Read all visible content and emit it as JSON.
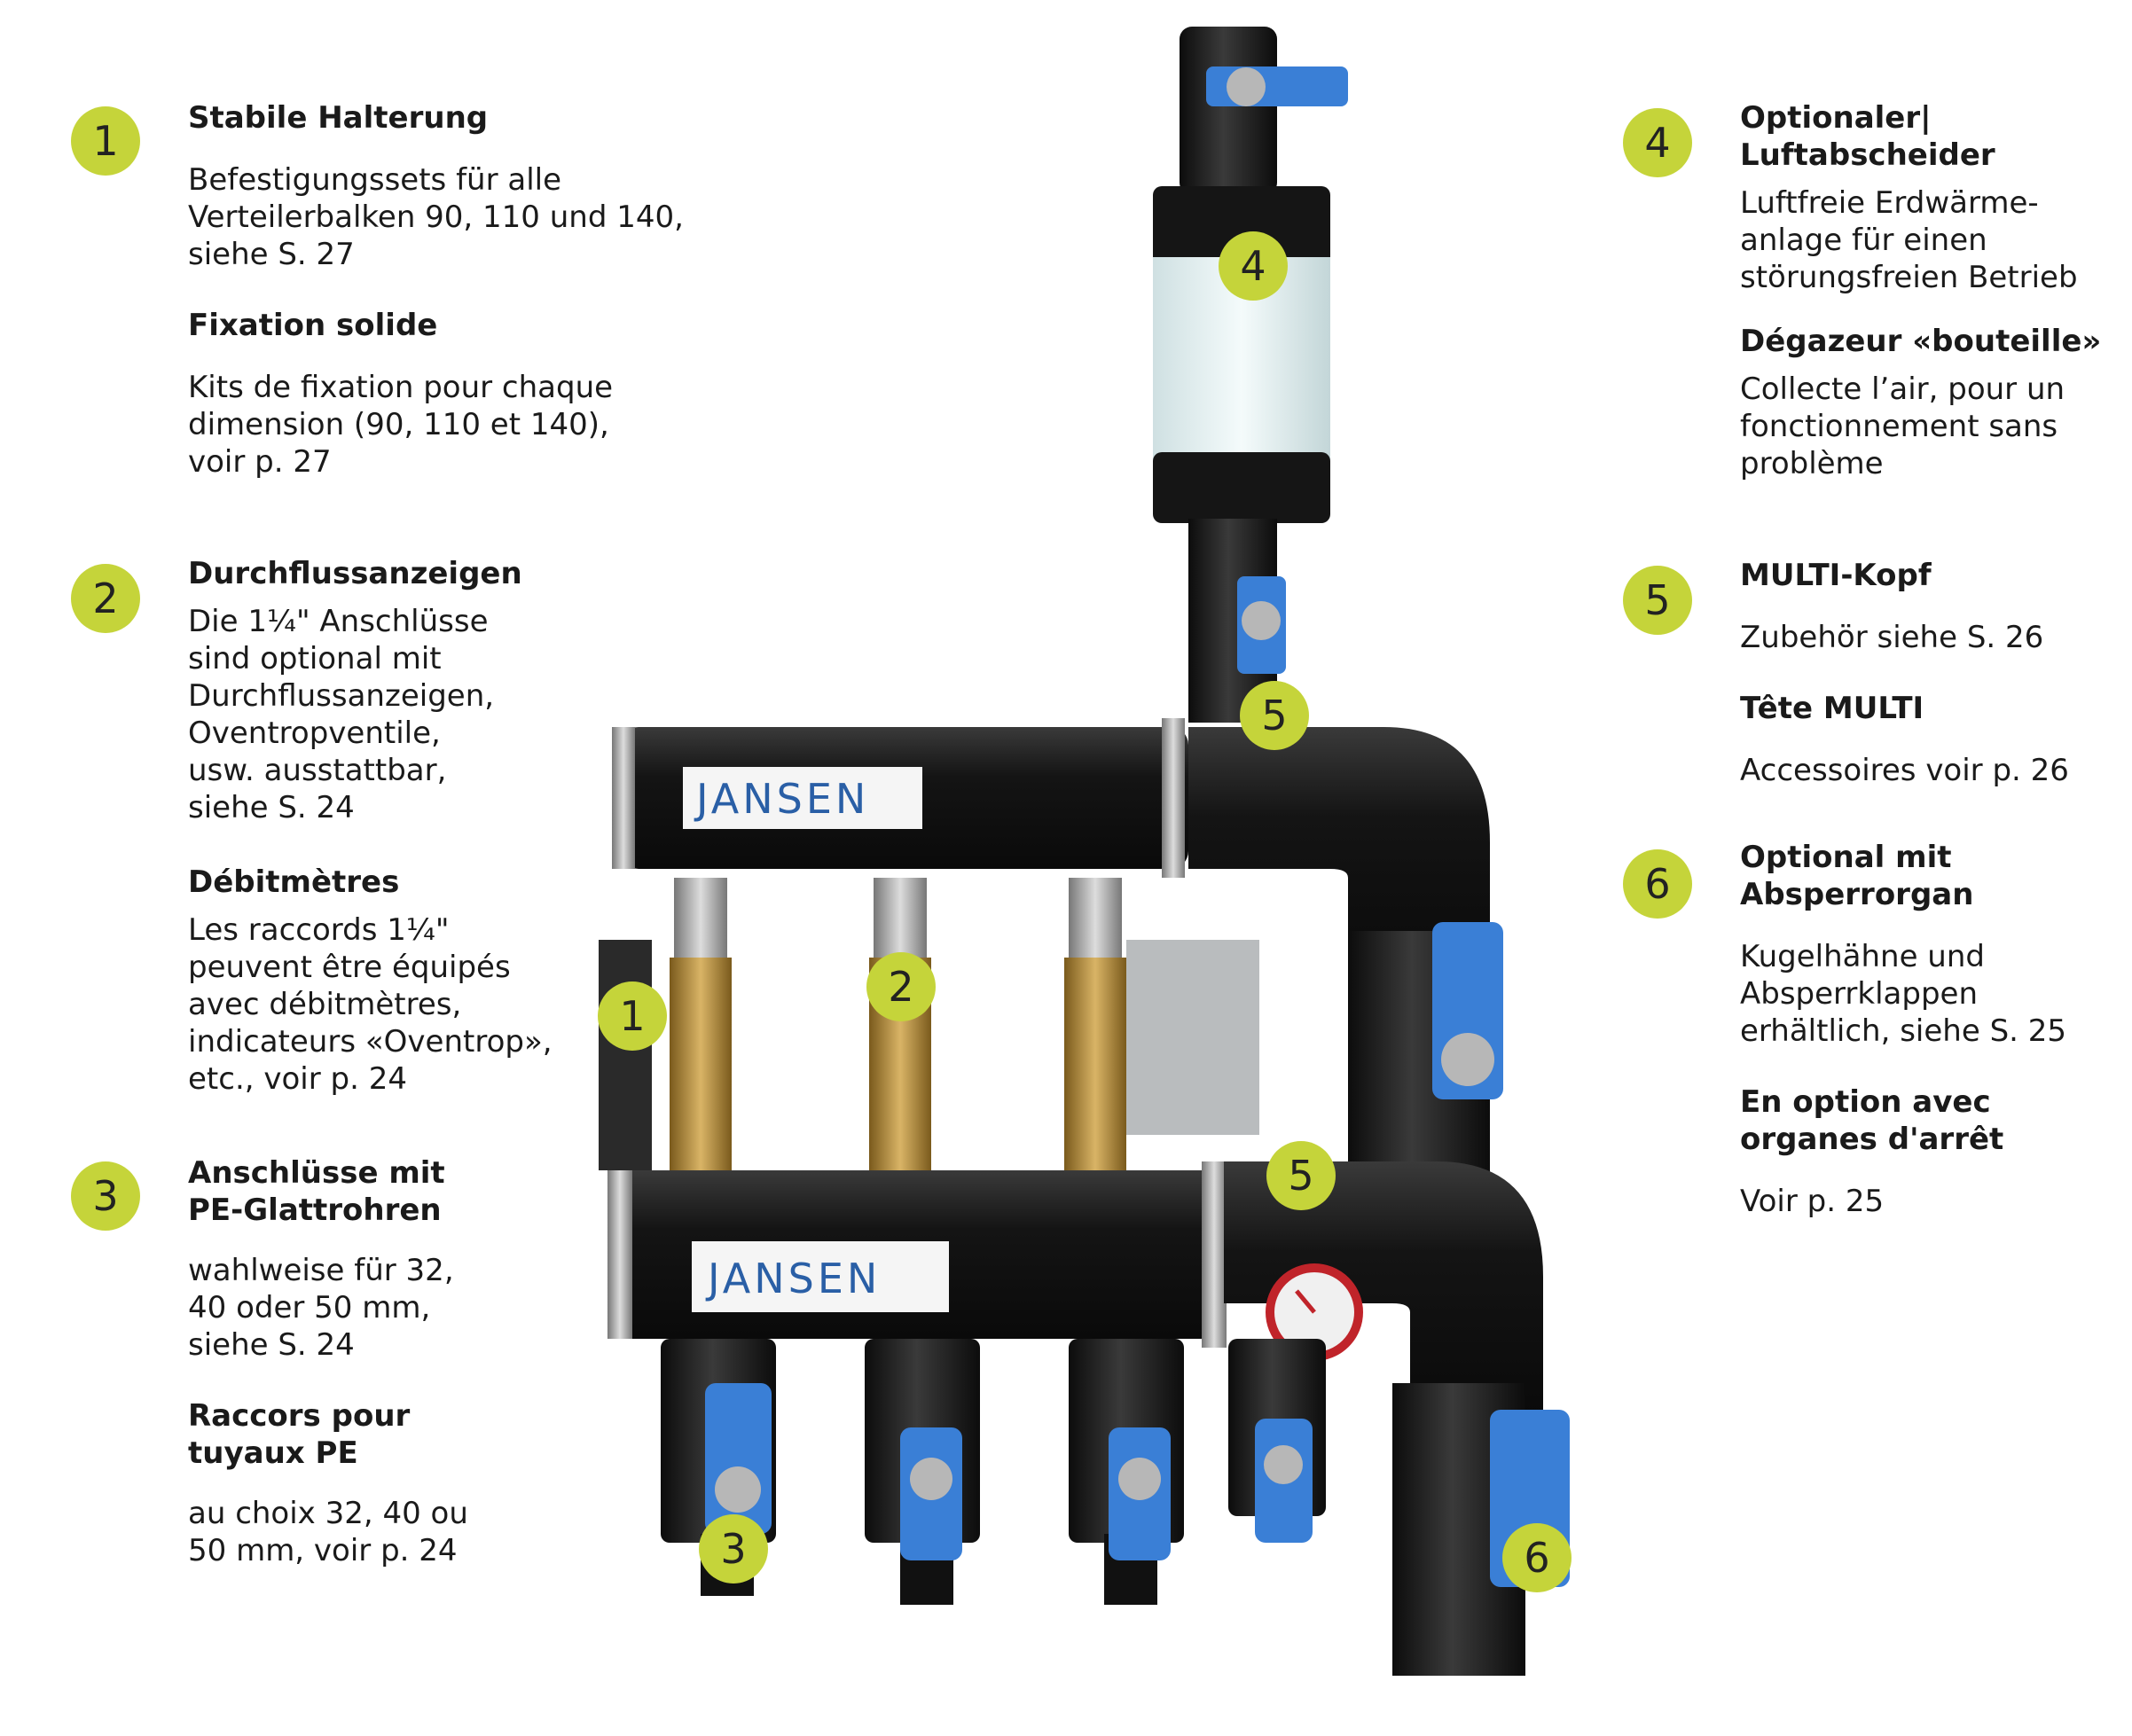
{
  "left": {
    "items": [
      {
        "number": "1",
        "heading_de": "Stabile Halterung",
        "text_de": "Befestigungssets für alle\nVerteilerbalken 90, 110 und 140,\nsiehe S. 27",
        "heading_fr": "Fixation solide",
        "text_fr": "Kits de fixation pour chaque\ndimension (90, 110 et 140),\nvoir p. 27"
      },
      {
        "number": "2",
        "heading_de": "Durchflussanzeigen",
        "text_de": "Die 1¼\" Anschlüsse\nsind optional mit\nDurchflussanzeigen,\nOventropventile,\nusw. ausstattbar,\nsiehe S. 24",
        "heading_fr": "Débitmètres",
        "text_fr": "Les raccords 1¼\"\npeuvent être équipés\navec débitmètres,\nindicateurs «Oventrop»,\netc., voir p. 24"
      },
      {
        "number": "3",
        "heading_de": "Anschlüsse mit\nPE-Glattrohren",
        "text_de": "wahlweise für 32,\n40 oder 50 mm,\nsiehe S. 24",
        "heading_fr": "Raccors pour\ntuyaux PE",
        "text_fr": "au choix 32, 40 ou\n50 mm, voir p. 24"
      }
    ]
  },
  "right": {
    "items": [
      {
        "number": "4",
        "heading_de": "Optionaler|\nLuftabscheider",
        "text_de": "Luftfreie Erdwärme-\nanlage für einen\nstörungsfreien Betrieb",
        "heading_fr": "Dégazeur «bouteille»",
        "text_fr": "Collecte l’air, pour un\nfonctionnement sans\nproblème"
      },
      {
        "number": "5",
        "heading_de": "MULTI-Kopf",
        "text_de": "Zubehör siehe S. 26",
        "heading_fr": "Tête MULTI",
        "text_fr": "Accessoires voir p. 26"
      },
      {
        "number": "6",
        "heading_de": "Optional mit\nAbsperrorgan",
        "text_de": "Kugelhähne und\nAbsperrklappen\nerhältlich, siehe S. 25",
        "heading_fr": "En option avec\norganes d'arrêt",
        "text_fr": "Voir p. 25"
      }
    ]
  },
  "photo": {
    "brand_label": "JANSEN",
    "callouts": [
      "1",
      "2",
      "3",
      "4",
      "5",
      "5",
      "6"
    ]
  },
  "colors": {
    "badge": "#c5d43a",
    "pipe": "#1c1c1c",
    "valve": "#3a7fd6",
    "brand": "#2a5fa6"
  }
}
